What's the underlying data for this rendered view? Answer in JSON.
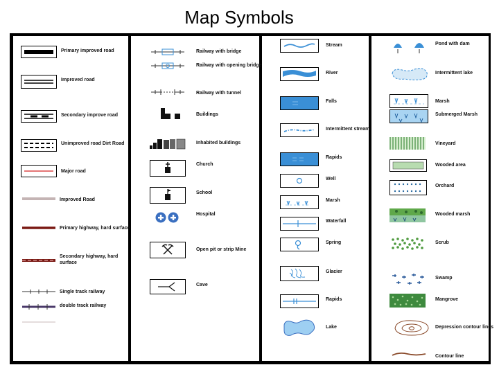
{
  "title": "Map Symbols",
  "labels": {
    "primary_improved_road": "Primary improved road",
    "improved_road": "Improved road",
    "secondary_improve_road": "Secondary improve road",
    "unimproved_road": "Unimproved road Dirt Road",
    "major_road": "Major road",
    "improved_road_2": "Improved Road",
    "primary_highway": "Primary highway, hard surface",
    "secondary_highway": "Secondary highway, hard\nsurface",
    "single_track": "Single track railway",
    "double_track": "double track railway",
    "railway_bridge": "Railway with bridge",
    "railway_opening_bridge": "Railway with opening bridge",
    "railway_tunnel": "Railway with tunnel",
    "buildings": "Buildings",
    "inhabited_buildings": "Inhabited buildings",
    "church": "Church",
    "school": "School",
    "hospital": "Hospital",
    "open_pit": "Open pit or strip Mine",
    "cave": "Cave",
    "stream": "Stream",
    "river": "River",
    "falls": "Falls",
    "intermittent_stream": "Intermittent stream",
    "rapids": "Rapids",
    "well": "Well",
    "marsh": "Marsh",
    "waterfall": "Waterfall",
    "spring": "Spring",
    "glacier": "Glacier",
    "rapids_2": "Rapids",
    "lake": "Lake",
    "pond_with_dam": "Pond with dam",
    "intermittent_lake": "Intermittent lake",
    "marsh_2": "Marsh",
    "submerged_marsh": "Submerged Marsh",
    "vineyard": "Vineyard",
    "wooded_area": "Wooded area",
    "orchard": "Orchard",
    "wooded_marsh": "Wooded marsh",
    "scrub": "Scrub",
    "swamp": "Swamp",
    "mangrove": "Mangrove",
    "depression_contour": "Depression contour lines",
    "contour_line": "Contour line"
  },
  "colors": {
    "water_blue": "#3a8fd6",
    "road_red": "#d42020",
    "highway_maroon": "#7a1a14",
    "vegetation_green": "#3e8a3e",
    "contour_brown": "#8a4a2a"
  }
}
